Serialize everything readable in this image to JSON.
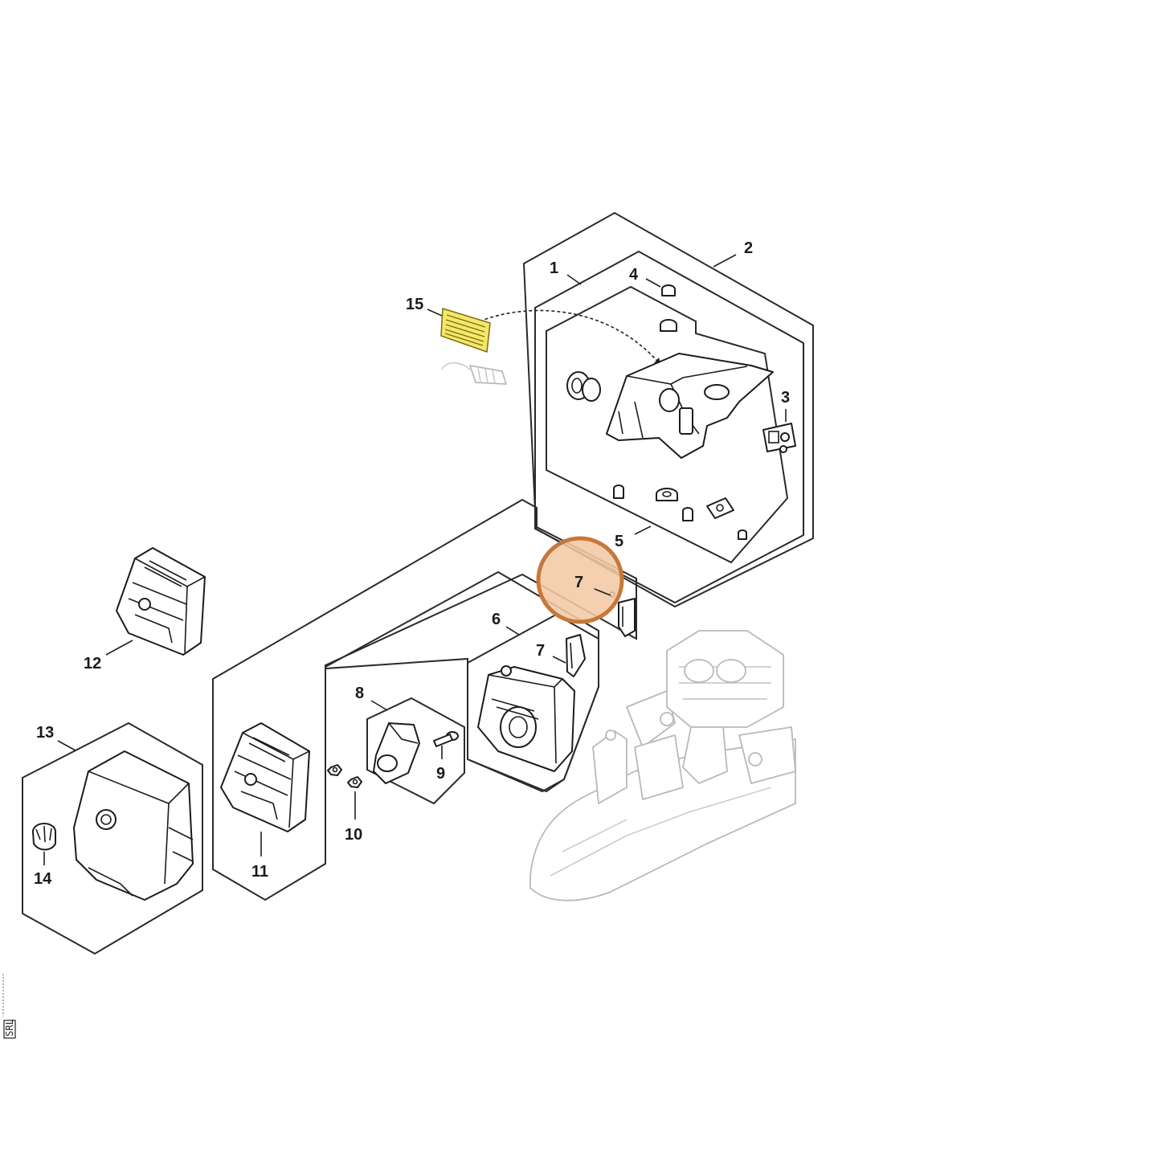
{
  "diagram": {
    "callouts": [
      {
        "id": "1",
        "label": "1"
      },
      {
        "id": "2",
        "label": "2"
      },
      {
        "id": "3",
        "label": "3"
      },
      {
        "id": "4",
        "label": "4"
      },
      {
        "id": "5",
        "label": "5"
      },
      {
        "id": "6",
        "label": "6"
      },
      {
        "id": "7a",
        "label": "7"
      },
      {
        "id": "7b",
        "label": "7"
      },
      {
        "id": "8",
        "label": "8"
      },
      {
        "id": "9",
        "label": "9"
      },
      {
        "id": "10",
        "label": "10"
      },
      {
        "id": "11",
        "label": "11"
      },
      {
        "id": "12",
        "label": "12"
      },
      {
        "id": "13",
        "label": "13"
      },
      {
        "id": "14",
        "label": "14"
      },
      {
        "id": "15",
        "label": "15"
      }
    ],
    "highlight": {
      "target": "7",
      "color": "#c8773a",
      "fill": "#f2c9a6"
    },
    "label_15_color": "#f5e76a",
    "side_code": "SRL"
  }
}
